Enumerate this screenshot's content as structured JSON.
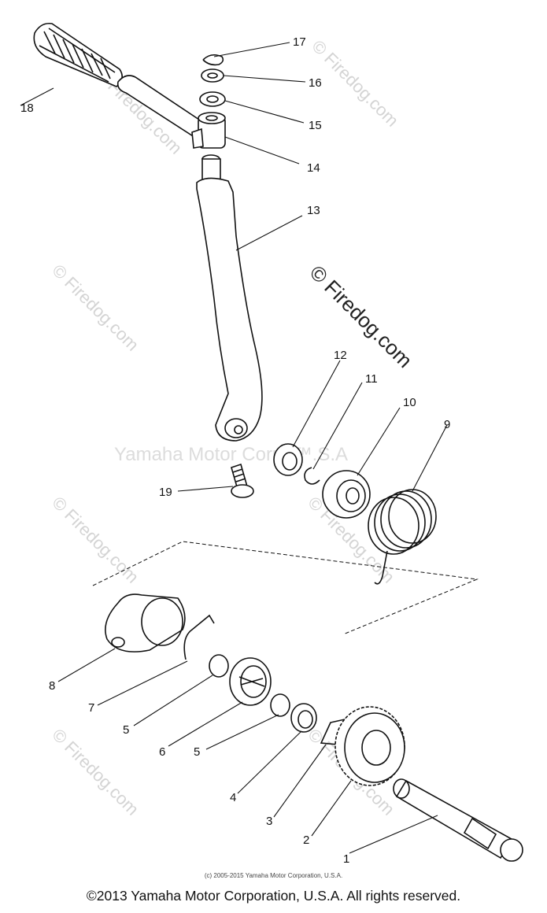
{
  "callouts": [
    "1",
    "2",
    "3",
    "4",
    "5",
    "5",
    "6",
    "7",
    "8",
    "9",
    "10",
    "11",
    "12",
    "13",
    "14",
    "15",
    "16",
    "17",
    "18",
    "19"
  ],
  "watermark": {
    "brand": "© Firedog.com",
    "center": "Yamaha Motor Corp, ™.S.A"
  },
  "small_copyright": "(c) 2005-2015 Yamaha Motor Corporation, U.S.A.",
  "footer": "©2013 Yamaha Motor Corporation, U.S.A. All rights reserved."
}
